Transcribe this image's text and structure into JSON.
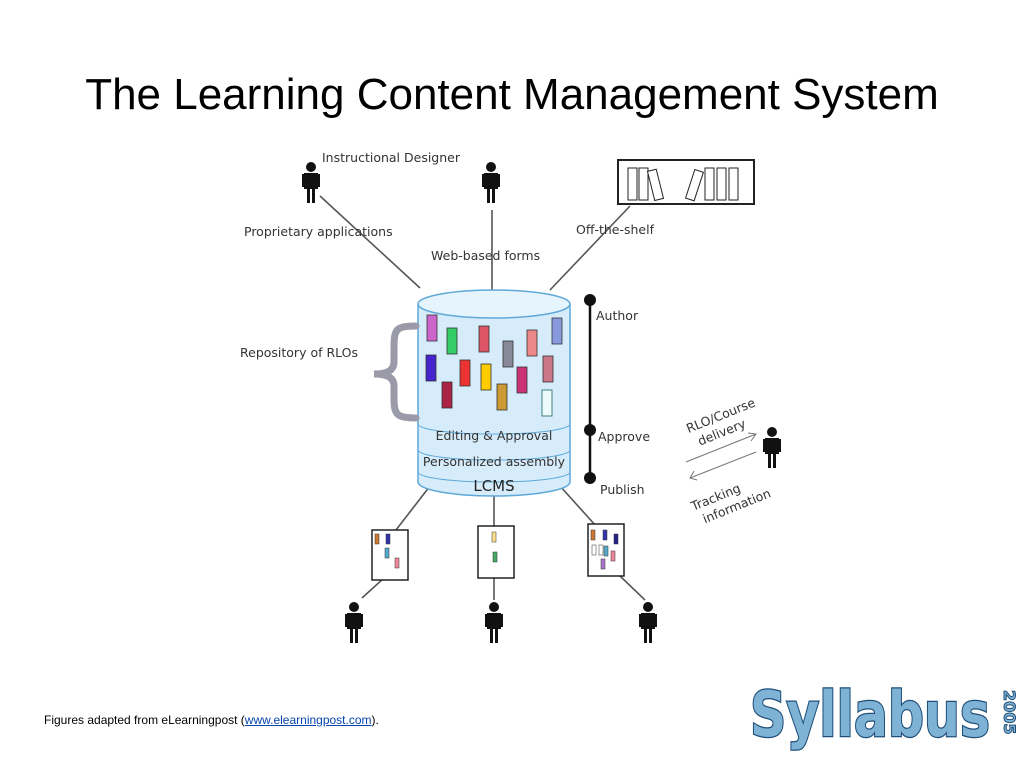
{
  "slide": {
    "title": "The Learning Content Management System"
  },
  "diagram": {
    "labels": {
      "instructional_designer": "Instructional Designer",
      "proprietary_applications": "Proprietary applications",
      "web_based_forms": "Web-based forms",
      "off_the_shelf": "Off-the-shelf",
      "repository": "Repository of RLOs",
      "editing_approval": "Editing & Approval",
      "personalized_assembly": "Personalized assembly",
      "lcms": "LCMS",
      "author": "Author",
      "approve": "Approve",
      "publish": "Publish",
      "delivery_line1": "RLO/Course",
      "delivery_line2": "delivery",
      "tracking_line1": "Tracking",
      "tracking_line2": "information"
    },
    "colors": {
      "cylinder_fill": "#d6ecfa",
      "cylinder_stroke": "#5fa8d8",
      "brace": "#9a9aa8"
    }
  },
  "footer": {
    "prefix": "Figures adapted from eLearningpost (",
    "link_text": "www.elearningpost.com",
    "suffix": ")."
  },
  "logo": {
    "text": "Syllabus",
    "year": "2005",
    "colors": {
      "fill": "#7fb3d5",
      "stroke": "#1f4e79"
    }
  }
}
